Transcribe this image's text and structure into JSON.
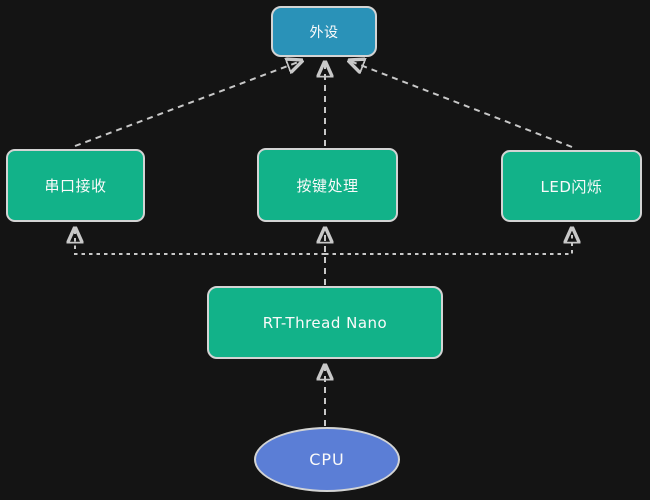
{
  "diagram": {
    "title": "RT-Thread Nano architecture diagram",
    "background_color": "#141414",
    "edge_color": "#c8c8c8",
    "border_color": "#d3d4d4",
    "text_color": "#fafafa",
    "nodes": [
      {
        "id": "peripheral",
        "label": "外设",
        "shape": "rounded-rect",
        "fill": "#2a92b8"
      },
      {
        "id": "serial",
        "label": "串口接收",
        "shape": "rounded-rect",
        "fill": "#12b289"
      },
      {
        "id": "key",
        "label": "按键处理",
        "shape": "rounded-rect",
        "fill": "#12b289"
      },
      {
        "id": "led",
        "label": "LED闪烁",
        "shape": "rounded-rect",
        "fill": "#12b289"
      },
      {
        "id": "rtthread",
        "label": "RT-Thread Nano",
        "shape": "rounded-rect",
        "fill": "#12b289"
      },
      {
        "id": "cpu",
        "label": "CPU",
        "shape": "ellipse",
        "fill": "#5b7ed6"
      }
    ],
    "edges": [
      {
        "from": "cpu",
        "to": "rtthread",
        "style": "dashed-arrow"
      },
      {
        "from": "rtthread",
        "to": "key",
        "style": "dashed-arrow"
      },
      {
        "from": "rtthread",
        "to": "serial",
        "style": "dashed-arrow-orthogonal"
      },
      {
        "from": "rtthread",
        "to": "led",
        "style": "dashed-arrow-orthogonal"
      },
      {
        "from": "serial",
        "to": "peripheral",
        "style": "dashed-arrow"
      },
      {
        "from": "key",
        "to": "peripheral",
        "style": "dashed-arrow"
      },
      {
        "from": "led",
        "to": "peripheral",
        "style": "dashed-arrow"
      }
    ]
  }
}
